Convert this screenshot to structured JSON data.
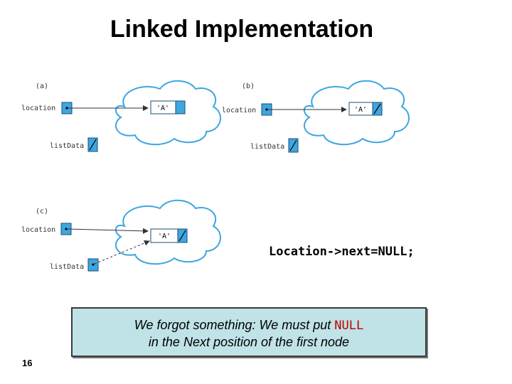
{
  "title": "Linked Implementation",
  "panels": {
    "a": {
      "tag": "(a)",
      "location_label": "location",
      "listdata_label": "listData",
      "node_value": "'A'"
    },
    "b": {
      "tag": "(b)",
      "location_label": "location",
      "listdata_label": "listData",
      "node_value": "'A'"
    },
    "c": {
      "tag": "(c)",
      "location_label": "location",
      "listdata_label": "listData",
      "node_value": "'A'"
    }
  },
  "code": "Location->next=NULL;",
  "note": {
    "line1_before": "We forgot something: We must put ",
    "line1_highlight": "NULL",
    "line2": "in the Next position of the first node"
  },
  "page_number": "16",
  "colors": {
    "box_fill": "#3ea6e0",
    "note_bg": "#bfe3e6",
    "highlight": "#c00000"
  }
}
